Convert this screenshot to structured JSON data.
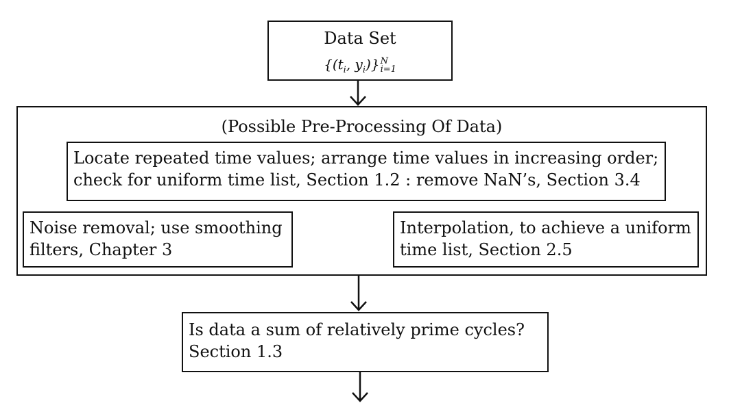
{
  "data_set": {
    "title": "Data Set",
    "formula_prefix": "{(t",
    "formula_i1": "i",
    "formula_mid": ", y",
    "formula_i2": "i",
    "formula_close": ")}",
    "formula_upper": "N",
    "formula_lower": "i=1"
  },
  "preprocessing": {
    "title": "(Possible Pre-Processing Of Data)",
    "locate_line1": "Locate repeated time values; arrange time values in increasing order;",
    "locate_line2": "check for uniform time list, Section 1.2 : remove NaN’s, Section 3.4",
    "noise_line1": "Noise removal; use smoothing",
    "noise_line2": "filters, Chapter 3",
    "interp_line1": "Interpolation, to achieve a uniform",
    "interp_line2": "time list, Section 2.5"
  },
  "prime_cycles": {
    "line1": "Is data a sum of relatively prime cycles?",
    "line2": "Section 1.3"
  }
}
